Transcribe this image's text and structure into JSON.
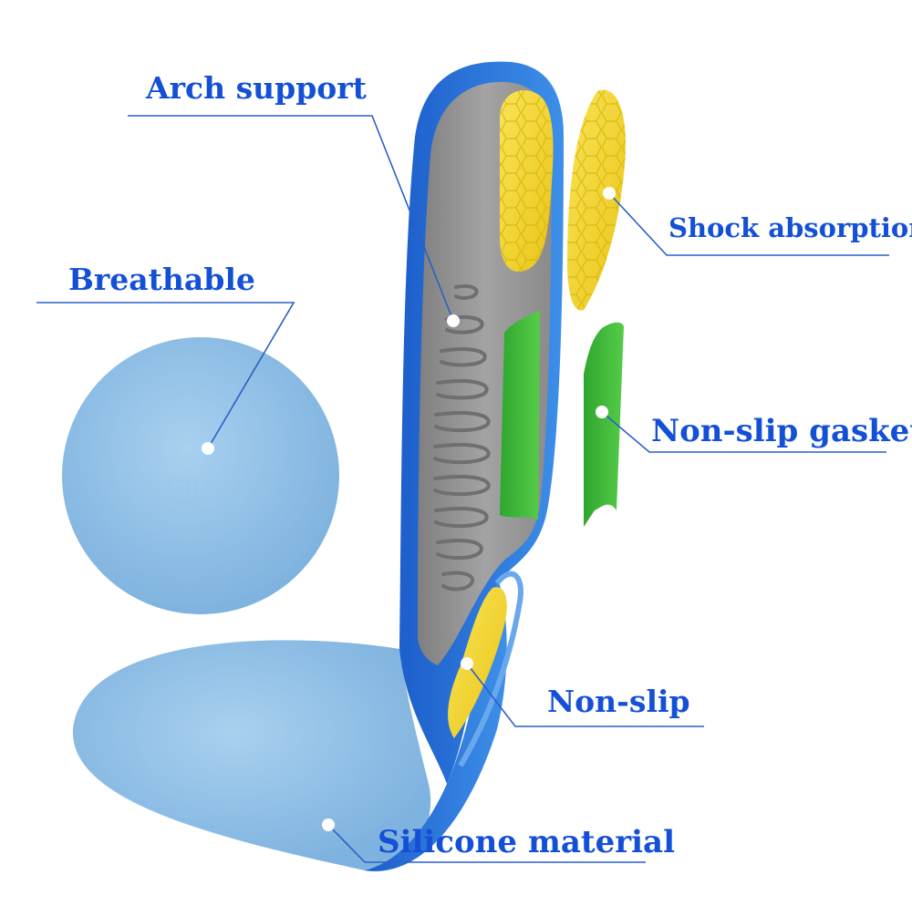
{
  "labels": {
    "arch_support": "Arch support",
    "breathable": "Breathable",
    "shock_absorption": "Shock absorption",
    "non_slip_gasket": "Non-slip gasket",
    "non_slip": "Non-slip",
    "silicone_material": "Silicone material"
  },
  "watermark": "EID",
  "colors": {
    "label_text": "#1450d6",
    "leader_line": "#2a5fc8",
    "fabric_blue": "#8fc0e6",
    "gel_blue": "#1f6fd6",
    "foam_gray": "#8f8f8f",
    "shock_pad_yellow": "#f3d62a",
    "gasket_green": "#3dbb3a"
  }
}
